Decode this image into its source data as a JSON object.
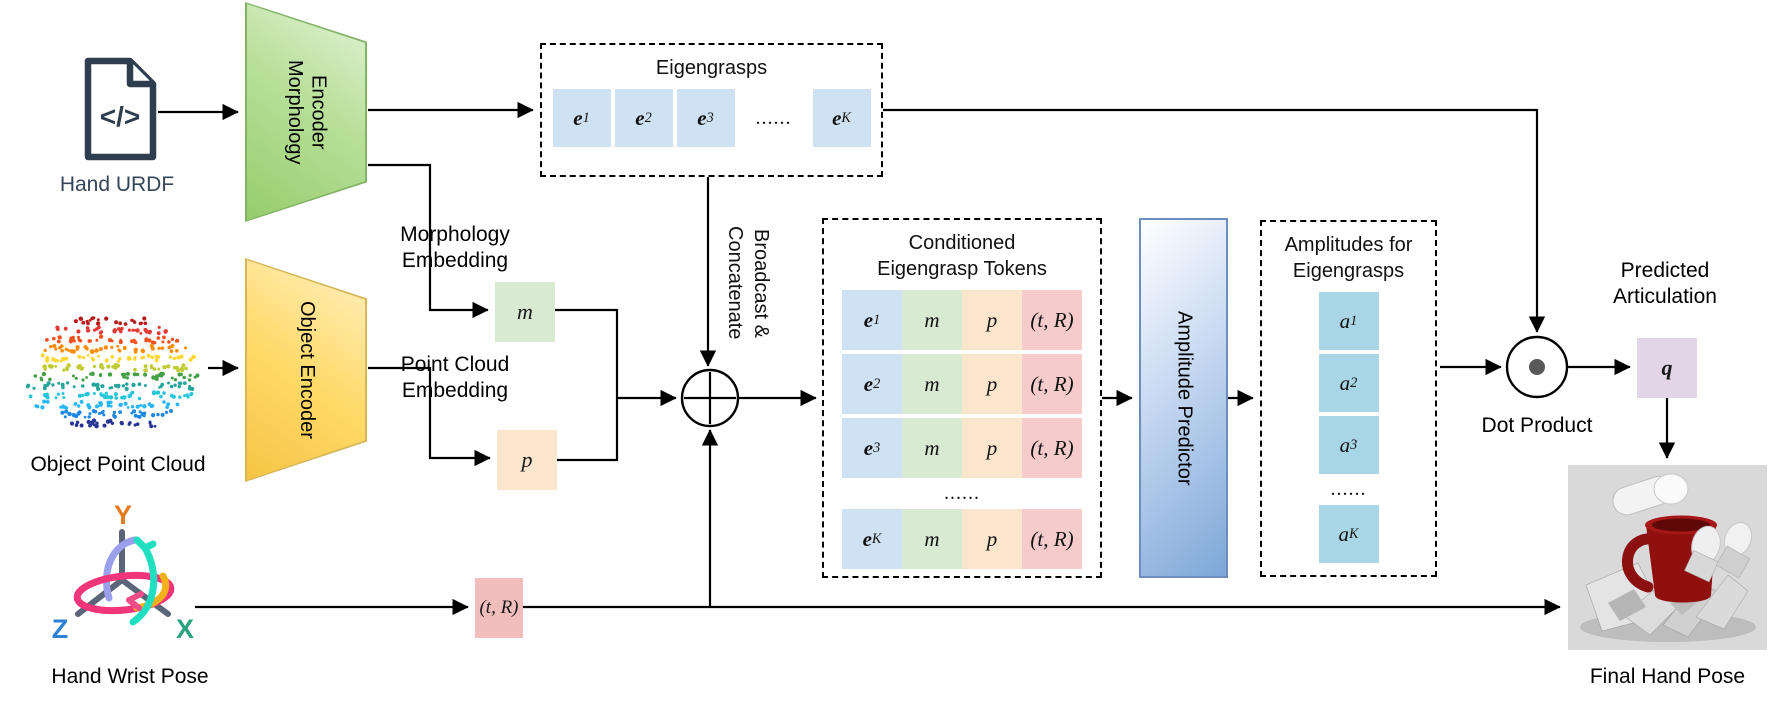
{
  "labels": {
    "hand_urdf": "Hand URDF",
    "object_point_cloud": "Object Point Cloud",
    "hand_wrist_pose": "Hand Wrist Pose",
    "morphology_encoder": "Morphology Encoder",
    "object_encoder": "Object Encoder",
    "morphology_embedding": "Morphology Embedding",
    "point_cloud_embedding": "Point Cloud Embedding",
    "broadcast_concatenate": "Broadcast & Concatenate",
    "amplitude_predictor": "Amplitude Predictor",
    "dot_product": "Dot Product",
    "predicted_articulation": "Predicted Articulation",
    "final_hand_pose": "Final Hand Pose"
  },
  "symbols": {
    "m": "m",
    "p": "p",
    "tR": "(t, R)",
    "q": "q",
    "e_base": "e",
    "a_base": "a",
    "code_glyph": "</>"
  },
  "eigengrasps": {
    "title": "Eigengrasps",
    "first_subs": [
      "1",
      "2",
      "3"
    ],
    "ellipsis": "......",
    "last_sub": "K"
  },
  "conditioned_tokens": {
    "title": "Conditioned Eigengrasp Tokens",
    "first_subs": [
      "1",
      "2",
      "3"
    ],
    "ellipsis": "......",
    "last_sub": "K"
  },
  "amplitudes": {
    "title": "Amplitudes for Eigengrasps",
    "first_subs": [
      "1",
      "2",
      "3"
    ],
    "ellipsis": "......",
    "last_sub": "K"
  },
  "axis_labels": {
    "x": "X",
    "y": "Y",
    "z": "Z"
  },
  "colors": {
    "token_blue": "#cfe2f3",
    "embed_green": "#d9ead3",
    "embed_orange": "#fce5cd",
    "pose_pink": "#f2bdbd",
    "row_pink": "#f5cccb",
    "amplitude_cyan": "#a9d6e6",
    "articulation_purple": "#e1d5e7",
    "encoder_green_border": "#82b366",
    "encoder_yellow_border": "#d6b656",
    "predictor_blue": "#7da7d8",
    "predictor_border": "#6c8ebf",
    "image_background": "#d9d9d9",
    "mug_red": "#8e1212",
    "connector_black": "#000000",
    "urdf_icon_slate": "#2f3e4e",
    "point_cloud_palette": [
      "#b71c1c",
      "#e53935",
      "#f4511e",
      "#fb8c00",
      "#fdd835",
      "#c0ca33",
      "#43a047",
      "#26a69a",
      "#26c6da",
      "#29b6f6",
      "#1e88e5",
      "#283593"
    ]
  }
}
